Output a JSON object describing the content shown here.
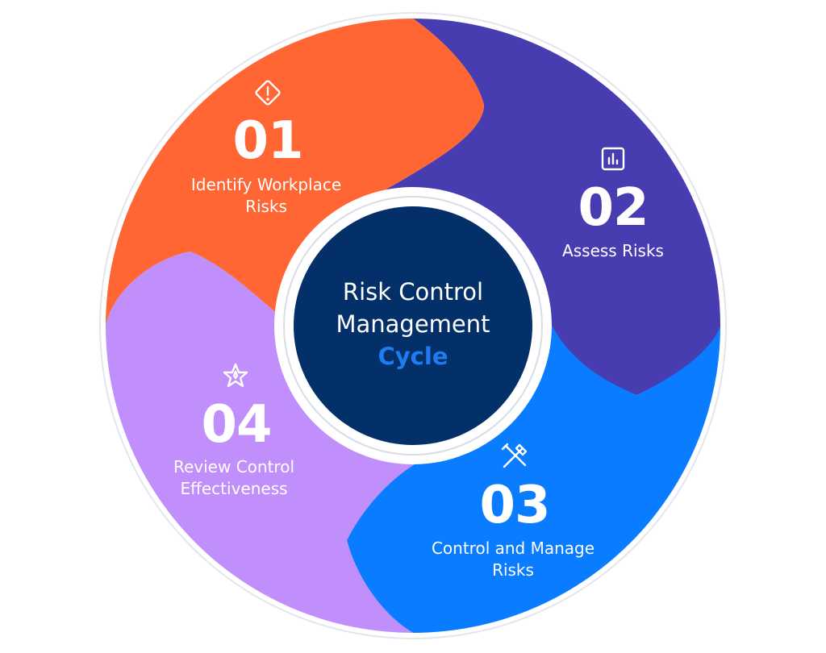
{
  "center": {
    "line1": "Risk Control",
    "line2": "Management",
    "line3": "Cycle"
  },
  "steps": [
    {
      "number": "01",
      "label_line1": "Identify Workplace",
      "label_line2": "Risks",
      "icon": "warning-diamond-icon",
      "color": "#FF6633"
    },
    {
      "number": "02",
      "label_line1": "Assess Risks",
      "label_line2": "",
      "icon": "bar-chart-icon",
      "color": "#483DB0"
    },
    {
      "number": "03",
      "label_line1": "Control and Manage",
      "label_line2": "Risks",
      "icon": "tools-icon",
      "color": "#0A7CFF"
    },
    {
      "number": "04",
      "label_line1": "Review Control",
      "label_line2": "Effectiveness",
      "icon": "star-icon",
      "color": "#C18FFB"
    }
  ],
  "colors": {
    "center_fill": "#04306A",
    "center_accent": "#1E7BF0",
    "ring": "#D8DCE6"
  }
}
